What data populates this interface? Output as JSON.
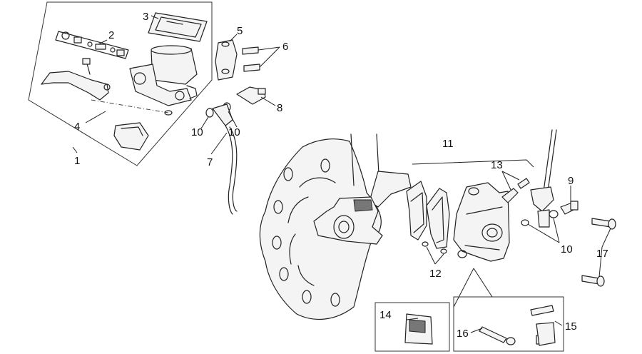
{
  "callouts": {
    "c1": "1",
    "c2": "2",
    "c3": "3",
    "c4": "4",
    "c5": "5",
    "c6": "6",
    "c7": "7",
    "c8": "8",
    "c9": "9",
    "c10a": "10",
    "c10b": "10",
    "c10c": "10",
    "c11": "11",
    "c12": "12",
    "c13": "13",
    "c14": "14",
    "c15": "15",
    "c16": "16",
    "c17": "17"
  }
}
